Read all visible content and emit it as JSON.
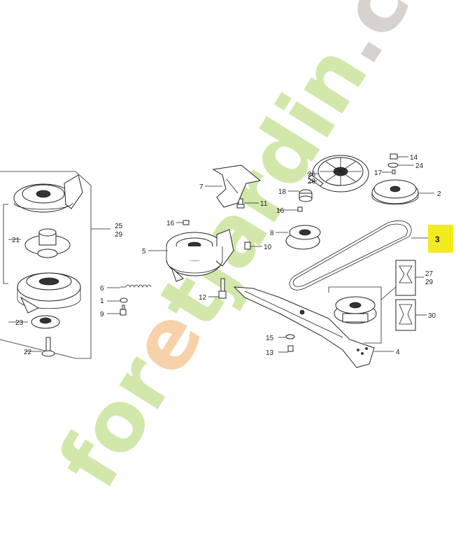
{
  "watermark": {
    "text": "foretjardin.com",
    "parts": [
      "for",
      "e",
      "t",
      "jardin",
      ".com"
    ],
    "colors": {
      "green": "#cfe7a6",
      "orange": "#f6cfa5",
      "gray": "#d5d0cb"
    }
  },
  "highlight": {
    "label": "3",
    "color": "#f2ec1f"
  },
  "callouts": {
    "c1": "1",
    "c2": "2",
    "c4": "4",
    "c5": "5",
    "c6": "6",
    "c7": "7",
    "c8": "8",
    "c9": "9",
    "c10": "10",
    "c11": "11",
    "c12": "12",
    "c13": "13",
    "c14": "14",
    "c15": "15",
    "c16a": "16",
    "c16b": "16",
    "c17": "17",
    "c18": "18",
    "c21": "21",
    "c22": "22",
    "c23": "23",
    "c24": "24",
    "c25": "25",
    "c26": "26",
    "c27": "27",
    "c28": "28",
    "c29a": "29",
    "c29b": "29",
    "c30": "30"
  }
}
